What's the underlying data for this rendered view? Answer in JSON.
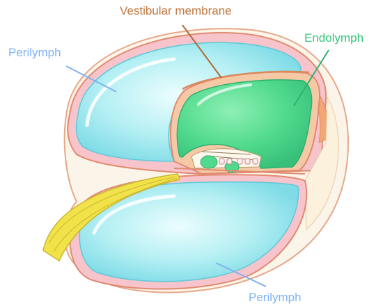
{
  "labels": {
    "vestibular_membrane": "Vestibular membrane",
    "endolymph": "Endolymph",
    "perilymph_top": "Perilymph",
    "perilymph_bottom": "Perilymph"
  },
  "colors": {
    "vestibular_label": "#c07840",
    "endolymph_label": "#33c77a",
    "perilymph_label": "#7fb2f0",
    "perilymph_fill": "#a8ecf2",
    "endolymph_fill": "#52d98e",
    "membrane_pink": "#f7c4cc",
    "membrane_outline": "#e08a70",
    "nerve_yellow": "#f2e24a",
    "stria_orange": "#f2a872"
  }
}
